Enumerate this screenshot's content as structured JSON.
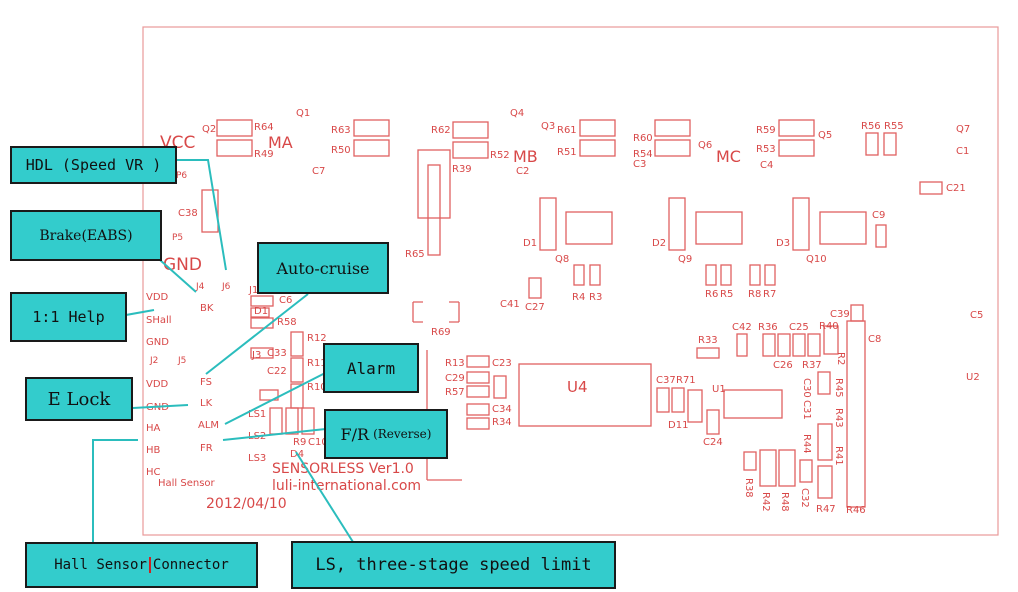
{
  "colors": {
    "pcb": "#d84848",
    "callout_fill": "#33cccc",
    "callout_border": "#1a1a1a",
    "leader": "#2bbdbd"
  },
  "callouts": {
    "hdl": "HDL (Speed VR )",
    "brake": "Brake(EABS)",
    "help": "1:1 Help",
    "elock": "E Lock",
    "autocruise": "Auto-cruise",
    "alarm": "Alarm",
    "fr_main": "F/R",
    "fr_sub": "(Reverse)",
    "hall_a": "Hall Sensor",
    "hall_b": "Connector",
    "ls": "LS, three-stage speed limit"
  },
  "board": {
    "power": [
      "VCC",
      "GND"
    ],
    "phases": [
      "MA",
      "MB",
      "MC"
    ],
    "j_left": [
      "VDD",
      "SHall",
      "GND",
      "VDD",
      "GND",
      "HA",
      "HB",
      "HC"
    ],
    "j_mid": [
      "BK",
      "FS",
      "LK",
      "ALM",
      "FR"
    ],
    "ls": [
      "LS1",
      "LS2",
      "LS3"
    ],
    "connectors": [
      "J4",
      "J6",
      "J2",
      "J5",
      "P6",
      "P5"
    ],
    "chip_u4": "U4",
    "chip_u1": "U1",
    "chip_u2": "U2",
    "hall_label": "Hall Sensor",
    "silk": [
      "SENSORLESS Ver1.0",
      "luli-international.com",
      "2012/04/10"
    ],
    "refs": [
      "Q1",
      "Q2",
      "Q3",
      "Q4",
      "Q5",
      "Q6",
      "Q7",
      "Q8",
      "Q9",
      "Q10",
      "R64",
      "R49",
      "R63",
      "R50",
      "R62",
      "R52",
      "R39",
      "R61",
      "R51",
      "R60",
      "R54",
      "R59",
      "R53",
      "R56",
      "R55",
      "C1",
      "C2",
      "C3",
      "C4",
      "C7",
      "C21",
      "C38",
      "C9",
      "D1",
      "D2",
      "D3",
      "R65",
      "R69",
      "C41",
      "C27",
      "R4",
      "R3",
      "R6",
      "R5",
      "R8",
      "R7",
      "C5",
      "C39",
      "C8",
      "R40",
      "R2",
      "R45",
      "R43",
      "R41",
      "R46",
      "R47",
      "R48",
      "R42",
      "R38",
      "C32",
      "R44",
      "C31",
      "C30",
      "R37",
      "C26",
      "C25",
      "R36",
      "C42",
      "R33",
      "C37",
      "R71",
      "D11",
      "C24",
      "R13",
      "C23",
      "C29",
      "R57",
      "C34",
      "R34",
      "R12",
      "R11",
      "R10",
      "R9",
      "C10",
      "D4",
      "C6",
      "R58",
      "C33",
      "C22",
      "J1",
      "J3",
      "D1"
    ]
  }
}
